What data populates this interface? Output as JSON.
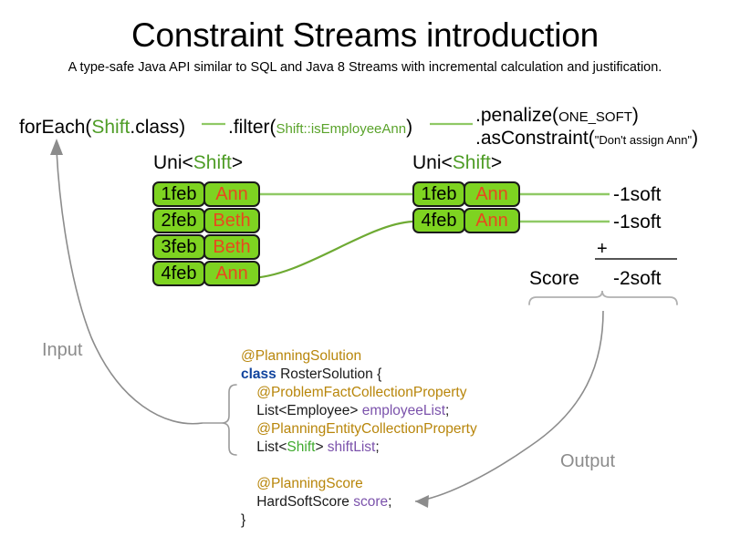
{
  "page": {
    "title": "Constraint Streams introduction",
    "subtitle": "A type-safe Java API similar to SQL and Java 8 Streams with incremental calculation and justification."
  },
  "colors": {
    "fact_fill": "#7ed321",
    "fact_border": "#1a1a1a",
    "employee_text": "#e8491d",
    "stream_line": "#8fc965",
    "type_green": "#4f9d27",
    "annotation": "#b8860b",
    "keyword": "#11449e",
    "field": "#7b52ab",
    "muted_gray": "#8c8c8c"
  },
  "pipeline": {
    "for_each": {
      "prefix": "forEach(",
      "type": "Shift",
      "suffix": ".class)"
    },
    "filter": {
      "prefix": ".filter(",
      "predicate": "Shift::isEmployeeAnn",
      "suffix": ")"
    },
    "penalize": {
      "prefix": ".penalize(",
      "arg": "ONE_SOFT",
      "suffix": ")"
    },
    "as_constraint": {
      "prefix": ".asConstraint(",
      "arg": "\"Don't assign Ann\"",
      "suffix": ")"
    }
  },
  "streams": {
    "left": {
      "label_prefix": "Uni<",
      "label_type": "Shift",
      "label_suffix": ">",
      "rows": [
        {
          "date": "1feb",
          "employee": "Ann"
        },
        {
          "date": "2feb",
          "employee": "Beth"
        },
        {
          "date": "3feb",
          "employee": "Beth"
        },
        {
          "date": "4feb",
          "employee": "Ann"
        }
      ]
    },
    "right": {
      "label_prefix": "Uni<",
      "label_type": "Shift",
      "label_suffix": ">",
      "rows": [
        {
          "date": "1feb",
          "employee": "Ann"
        },
        {
          "date": "4feb",
          "employee": "Ann"
        }
      ]
    }
  },
  "score": {
    "impacts": [
      "-1soft",
      "-1soft"
    ],
    "operator": "+",
    "label": "Score",
    "total": "-2soft"
  },
  "captions": {
    "input": "Input",
    "output": "Output"
  },
  "code": {
    "lines": [
      {
        "indent": 0,
        "parts": [
          {
            "t": "@PlanningSolution",
            "c": "anno"
          }
        ]
      },
      {
        "indent": 0,
        "parts": [
          {
            "t": "class",
            "c": "kw"
          },
          {
            "t": " RosterSolution {",
            "c": "typ"
          }
        ]
      },
      {
        "indent": 1,
        "parts": [
          {
            "t": "@ProblemFactCollectionProperty",
            "c": "anno"
          }
        ]
      },
      {
        "indent": 1,
        "parts": [
          {
            "t": "List<Employee> ",
            "c": "typ"
          },
          {
            "t": "employeeList",
            "c": "fld"
          },
          {
            "t": ";",
            "c": "typ"
          }
        ]
      },
      {
        "indent": 1,
        "parts": [
          {
            "t": "@PlanningEntityCollectionProperty",
            "c": "anno"
          }
        ]
      },
      {
        "indent": 1,
        "parts": [
          {
            "t": "List<",
            "c": "typ"
          },
          {
            "t": "Shift",
            "c": "gtyp"
          },
          {
            "t": "> ",
            "c": "typ"
          },
          {
            "t": "shiftList",
            "c": "fld"
          },
          {
            "t": ";",
            "c": "typ"
          }
        ]
      },
      {
        "indent": 0,
        "parts": [
          {
            "t": " ",
            "c": "typ"
          }
        ]
      },
      {
        "indent": 1,
        "parts": [
          {
            "t": "@PlanningScore",
            "c": "anno"
          }
        ]
      },
      {
        "indent": 1,
        "parts": [
          {
            "t": "HardSoftScore ",
            "c": "typ"
          },
          {
            "t": "score",
            "c": "fld"
          },
          {
            "t": ";",
            "c": "typ"
          }
        ]
      },
      {
        "indent": 0,
        "parts": [
          {
            "t": "}",
            "c": "typ"
          }
        ]
      }
    ]
  }
}
